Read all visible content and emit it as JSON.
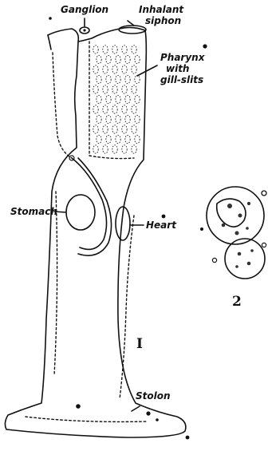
{
  "figure": {
    "labels": {
      "ganglion": "Ganglion",
      "inhalant_siphon_line1": "Inhalant",
      "inhalant_siphon_line2": "siphon",
      "pharynx_line1": "Pharynx",
      "pharynx_line2": "with",
      "pharynx_line3": "gill-slits",
      "stomach": "Stomach",
      "heart": "Heart",
      "stolon": "Stolon"
    },
    "numbers": {
      "figure_1": "I",
      "figure_2": "2"
    }
  }
}
